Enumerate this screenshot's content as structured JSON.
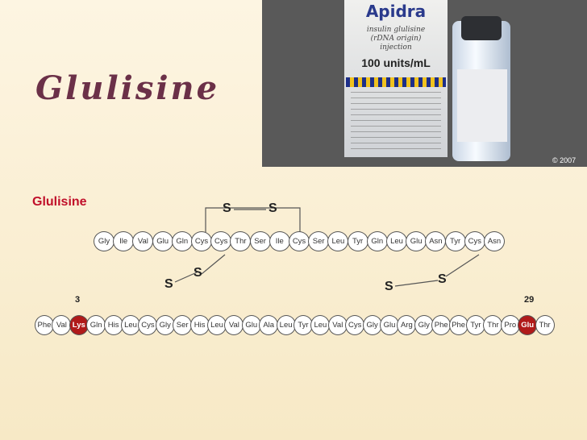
{
  "slide": {
    "title": "Glulisine"
  },
  "photo": {
    "brand": "Apidra",
    "sub_lines": [
      "insulin glulisine",
      "(rDNA origin)",
      "injection"
    ],
    "units": "100 units/mL",
    "copyright": "© 2007"
  },
  "diagram": {
    "title": "Glulisine",
    "sulfur_label": "S",
    "chainA": [
      "Gly",
      "Ile",
      "Val",
      "Glu",
      "Gln",
      "Cys",
      "Cys",
      "Thr",
      "Ser",
      "Ile",
      "Cys",
      "Ser",
      "Leu",
      "Tyr",
      "Gln",
      "Leu",
      "Glu",
      "Asn",
      "Tyr",
      "Cys",
      "Asn"
    ],
    "chainB": [
      "Phe",
      "Val",
      "Lys",
      "Gln",
      "His",
      "Leu",
      "Cys",
      "Gly",
      "Ser",
      "His",
      "Leu",
      "Val",
      "Glu",
      "Ala",
      "Leu",
      "Tyr",
      "Leu",
      "Val",
      "Cys",
      "Gly",
      "Glu",
      "Arg",
      "Gly",
      "Phe",
      "Phe",
      "Tyr",
      "Thr",
      "Pro",
      "Glu",
      "Thr"
    ],
    "highlighted_b": [
      3,
      29
    ],
    "position_labels": {
      "b3": "3",
      "b29": "29"
    },
    "colors": {
      "highlight": "#b01a1a",
      "title": "#c0102a",
      "slide_title": "#6b3048"
    }
  }
}
